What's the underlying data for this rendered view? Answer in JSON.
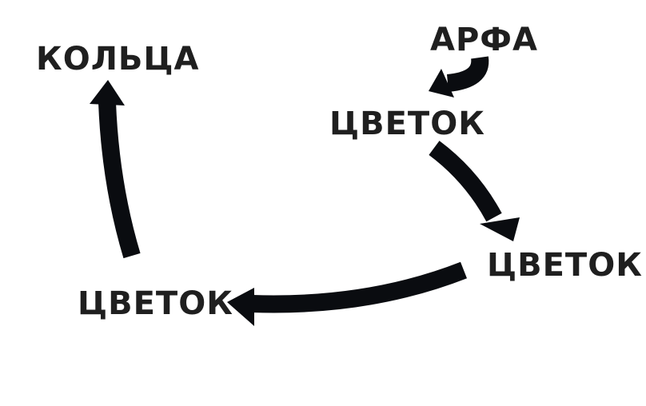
{
  "diagram": {
    "labels": {
      "harp": "АРФА",
      "flower_top": "ЦВЕТОК",
      "flower_right": "ЦВЕТОК",
      "flower_bottom": "ЦВЕТОК",
      "rings": "КОЛЬЦА"
    },
    "colors": {
      "text": "#1f1f1f",
      "arrow": "#0a0c10",
      "background": "#ffffff"
    }
  }
}
